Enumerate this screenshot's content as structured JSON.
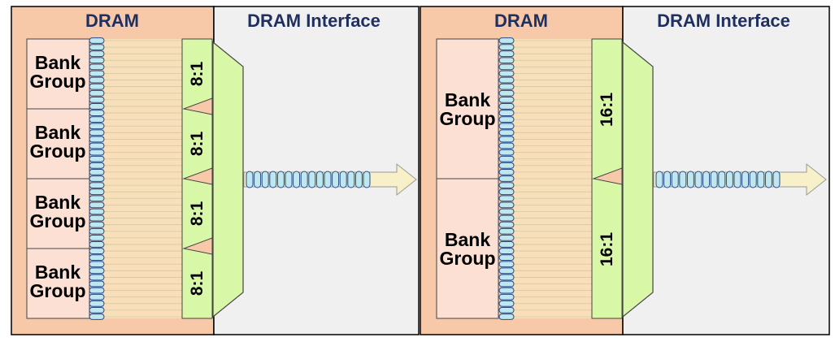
{
  "colors": {
    "dram_bg": "#f8c9a8",
    "interface_bg": "#f0f0f0",
    "bank_fill": "#fde0d4",
    "mux_fill": "#d8f8a8",
    "arrow_fill": "#f8f0c8",
    "pin_fill": "#bfe7ee",
    "title_color": "#1f2f5f"
  },
  "panels": [
    {
      "dram_title": "DRAM",
      "interface_title": "DRAM Interface",
      "bank_groups": [
        {
          "label_line1": "Bank",
          "label_line2": "Group"
        },
        {
          "label_line1": "Bank",
          "label_line2": "Group"
        },
        {
          "label_line1": "Bank",
          "label_line2": "Group"
        },
        {
          "label_line1": "Bank",
          "label_line2": "Group"
        }
      ],
      "mux_labels": [
        "8:1",
        "8:1",
        "8:1",
        "8:1"
      ]
    },
    {
      "dram_title": "DRAM",
      "interface_title": "DRAM Interface",
      "bank_groups": [
        {
          "label_line1": "Bank",
          "label_line2": "Group"
        },
        {
          "label_line1": "Bank",
          "label_line2": "Group"
        }
      ],
      "mux_labels": [
        "16:1",
        "16:1"
      ]
    }
  ]
}
